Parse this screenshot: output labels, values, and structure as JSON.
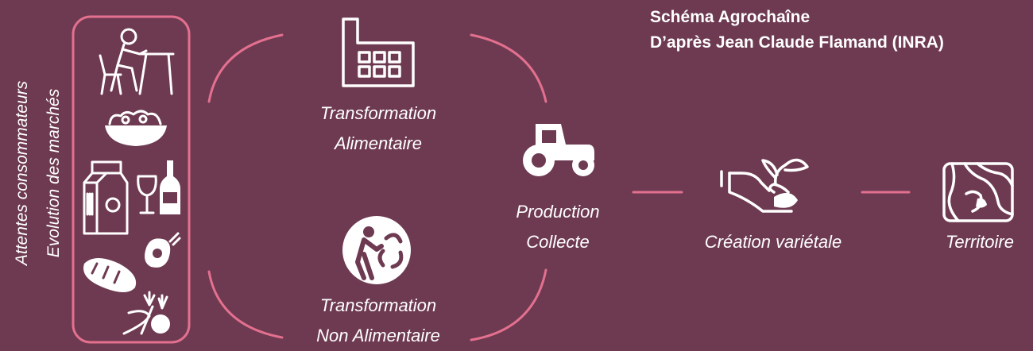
{
  "title": {
    "line1": "Schéma Agrochaîne",
    "line2": "D’après Jean Claude Flamand (INRA)"
  },
  "side": {
    "line1": "Attentes consommateurs",
    "line2": "Evolution des marchés"
  },
  "nodes": {
    "transformation_alimentaire": {
      "line1": "Transformation",
      "line2": "Alimentaire",
      "icon": "factory-icon"
    },
    "transformation_non_alimentaire": {
      "line1": "Transformation",
      "line2": "Non Alimentaire",
      "icon": "recycling-person-icon"
    },
    "production": {
      "line1": "Production",
      "line2": "Collecte",
      "icon": "tractor-icon"
    },
    "creation": {
      "label": "Création variétale",
      "icon": "hand-seedling-icon"
    },
    "territoire": {
      "label": "Territoire",
      "icon": "map-icon"
    }
  },
  "consumer_icons": [
    "person-at-table-icon",
    "salad-bowl-icon",
    "milk-carton-icon",
    "wine-glass-icon",
    "wine-bottle-icon",
    "ham-icon",
    "bread-icon",
    "vegetables-icon"
  ],
  "colors": {
    "background": "#6e3a51",
    "accent": "#e3708f",
    "text": "#ffffff"
  }
}
